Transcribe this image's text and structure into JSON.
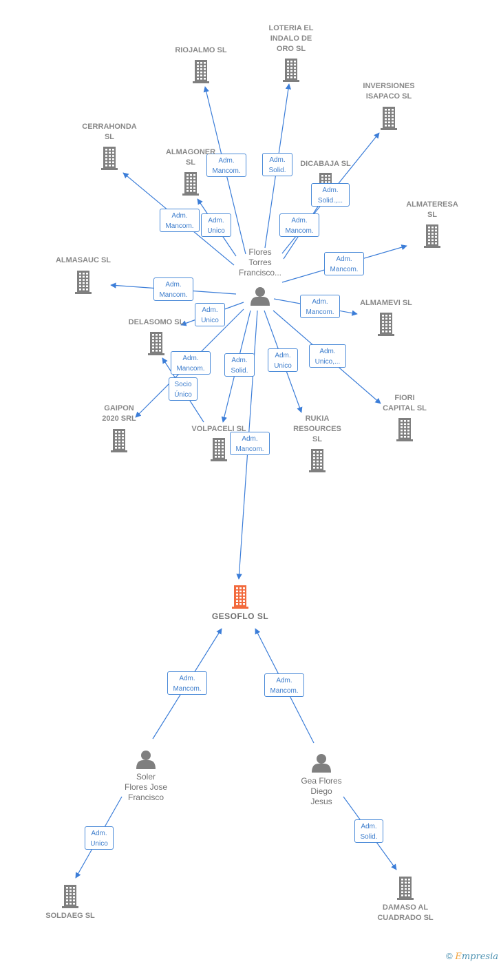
{
  "colors": {
    "edge": "#3b7dd8",
    "building": "#7f7f7f",
    "building_main": "#f26a3d",
    "person": "#7f7f7f"
  },
  "companies": [
    {
      "id": "riojalmo",
      "label": "RIOJALMO  SL"
    },
    {
      "id": "loteria",
      "label": "LOTERIA EL\nINDALO DE\nORO  SL"
    },
    {
      "id": "inversiones",
      "label": "INVERSIONES\nISAPACO  SL"
    },
    {
      "id": "cerrahonda",
      "label": "CERRAHONDA\nSL"
    },
    {
      "id": "almagoner",
      "label": "ALMAGONER\nSL"
    },
    {
      "id": "dicabaja",
      "label": "DICABAJA SL"
    },
    {
      "id": "almateresa",
      "label": "ALMATERESA\nSL"
    },
    {
      "id": "almasauc",
      "label": "ALMASAUC  SL"
    },
    {
      "id": "almamevi",
      "label": "ALMAMEVI  SL"
    },
    {
      "id": "delasomo",
      "label": "DELASOMO  SL"
    },
    {
      "id": "gaipon",
      "label": "GAIPON\n2020 SRL"
    },
    {
      "id": "volpaceli",
      "label": "VOLPACELI SL"
    },
    {
      "id": "rukia",
      "label": "RUKIA\nRESOURCES\nSL"
    },
    {
      "id": "fiori",
      "label": "FIORI\nCAPITAL  SL"
    },
    {
      "id": "gesoflo",
      "label": "GESOFLO  SL",
      "main": true
    },
    {
      "id": "soldaeg",
      "label": "SOLDAEG  SL"
    },
    {
      "id": "damaso",
      "label": "DAMASO AL\nCUADRADO SL"
    }
  ],
  "persons": [
    {
      "id": "flores",
      "label": "Flores\nTorres\nFrancisco..."
    },
    {
      "id": "soler",
      "label": "Soler\nFlores Jose\nFrancisco"
    },
    {
      "id": "gea",
      "label": "Gea Flores\nDiego\nJesus"
    }
  ],
  "edges": [
    {
      "from": "flores",
      "to": "riojalmo",
      "label": "Adm.\nMancom."
    },
    {
      "from": "flores",
      "to": "loteria",
      "label": "Adm.\nSolid."
    },
    {
      "from": "flores",
      "to": "inversiones",
      "label": "Adm.\nSolid.,..."
    },
    {
      "from": "flores",
      "to": "cerrahonda",
      "label": "Adm.\nMancom."
    },
    {
      "from": "flores",
      "to": "almagoner",
      "label": "Adm.\nUnico"
    },
    {
      "from": "flores",
      "to": "dicabaja",
      "label": "Adm.\nMancom."
    },
    {
      "from": "flores",
      "to": "almateresa",
      "label": "Adm.\nMancom."
    },
    {
      "from": "flores",
      "to": "almasauc",
      "label": "Adm.\nMancom."
    },
    {
      "from": "flores",
      "to": "delasomo",
      "label": "Adm.\nUnico"
    },
    {
      "from": "flores",
      "to": "almamevi",
      "label": "Adm.\nMancom."
    },
    {
      "from": "flores",
      "to": "gaipon",
      "label": "Adm.\nMancom."
    },
    {
      "from": "flores",
      "to": "delasomo",
      "label": "Socio\nÚnico"
    },
    {
      "from": "flores",
      "to": "volpaceli",
      "label": "Adm.\nSolid."
    },
    {
      "from": "flores",
      "to": "rukia",
      "label": "Adm.\nUnico"
    },
    {
      "from": "flores",
      "to": "fiori",
      "label": "Adm.\nUnico,..."
    },
    {
      "from": "flores",
      "to": "gesoflo",
      "label": "Adm.\nMancom."
    },
    {
      "from": "soler",
      "to": "gesoflo",
      "label": "Adm.\nMancom."
    },
    {
      "from": "gea",
      "to": "gesoflo",
      "label": "Adm.\nMancom."
    },
    {
      "from": "soler",
      "to": "soldaeg",
      "label": "Adm.\nUnico"
    },
    {
      "from": "gea",
      "to": "damaso",
      "label": "Adm.\nSolid."
    }
  ],
  "footer": {
    "copyright": "©",
    "brand_first": "E",
    "brand_rest": "mpresia"
  }
}
